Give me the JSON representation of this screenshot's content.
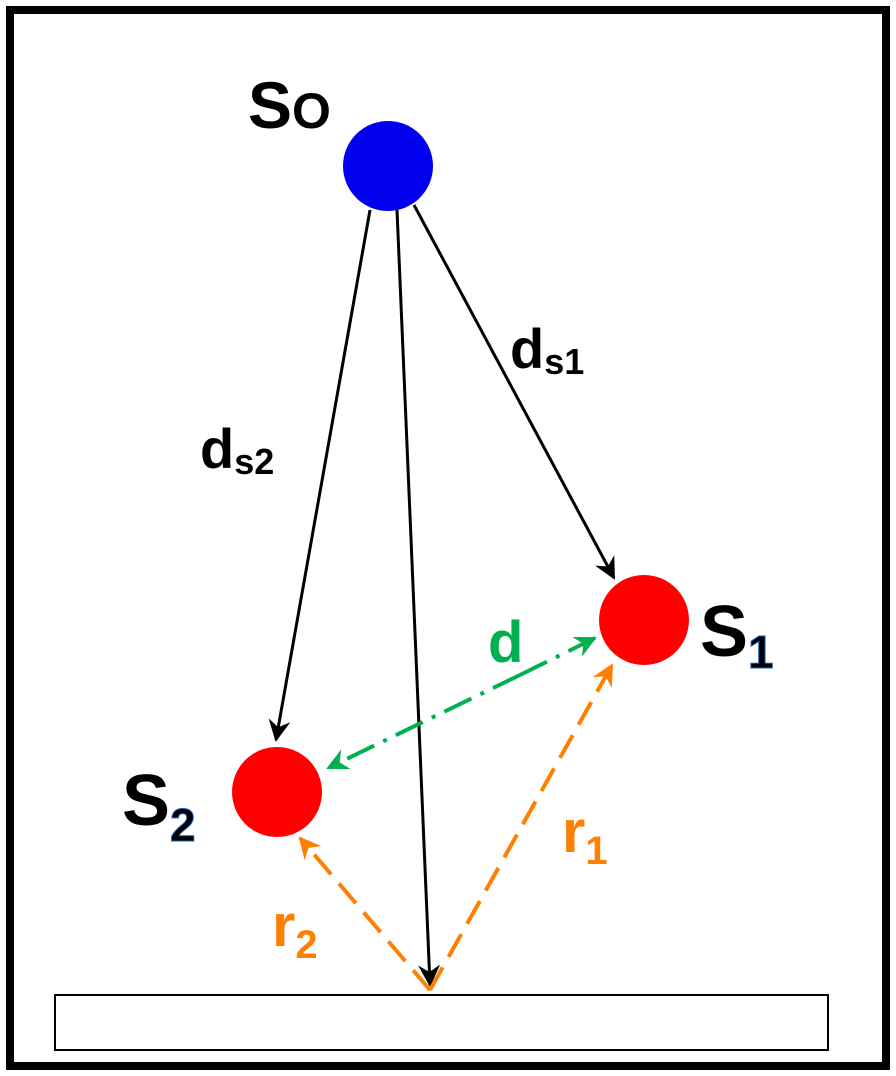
{
  "diagram": {
    "nodes": {
      "source": {
        "label_main": "S",
        "label_sub": "O",
        "color": "#0000ee"
      },
      "s1": {
        "label_main": "S",
        "label_sub": "1",
        "color": "#ff0000"
      },
      "s2": {
        "label_main": "S",
        "label_sub": "2",
        "color": "#ff0000"
      }
    },
    "edges": {
      "ds1": {
        "label_main": "d",
        "label_sub": "s1",
        "color": "#000000"
      },
      "ds2": {
        "label_main": "d",
        "label_sub": "s2",
        "color": "#000000"
      },
      "d": {
        "label_main": "d",
        "color": "#00b050"
      },
      "r1": {
        "label_main": "r",
        "label_sub": "1",
        "color": "#ff7f00"
      },
      "r2": {
        "label_main": "r",
        "label_sub": "2",
        "color": "#ff7f00"
      }
    },
    "colors": {
      "frame": "#000000",
      "accent_sub": "#1060c0",
      "orange": "#ff7f00",
      "green": "#00b050"
    }
  }
}
